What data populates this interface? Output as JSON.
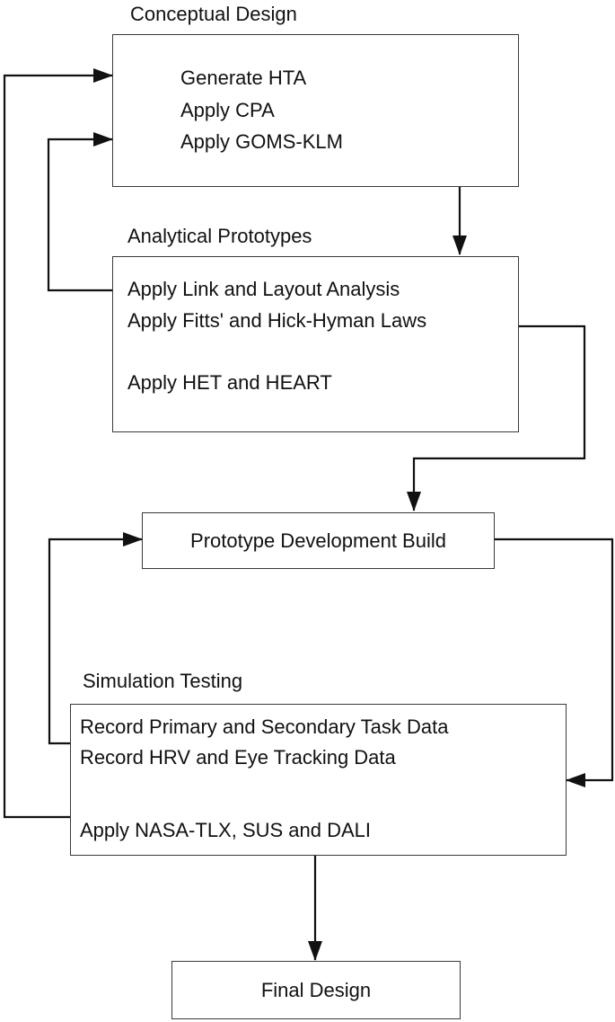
{
  "conceptual": {
    "title": "Conceptual Design",
    "lines": [
      "Generate HTA",
      "Apply CPA",
      "Apply GOMS-KLM"
    ]
  },
  "analytical": {
    "title": "Analytical Prototypes",
    "lines": [
      "Apply Link and Layout Analysis",
      "Apply Fitts' and Hick-Hyman Laws",
      "Apply HET and HEART"
    ]
  },
  "prototype": {
    "label": "Prototype Development Build"
  },
  "simulation": {
    "title": "Simulation Testing",
    "lines": [
      "Record Primary and Secondary Task Data",
      "Record HRV and Eye Tracking Data",
      "Apply NASA-TLX, SUS and DALI"
    ]
  },
  "final": {
    "label": "Final Design"
  }
}
